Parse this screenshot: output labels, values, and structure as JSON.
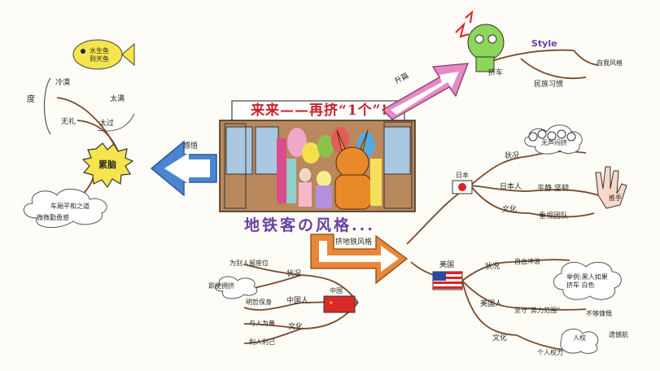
{
  "center": {
    "banner": "来来——再挤“1个”!",
    "subtitle": "地铁客の风格..."
  },
  "left_branch": {
    "arrow_label": "感悟",
    "node": "累脑",
    "fish_text": "水生鱼 到天鱼",
    "quote_mark": "度",
    "items": [
      "冷漠",
      "太满",
      "无礼",
      "太过"
    ],
    "bottom_cloud_1": "车厢平和之道",
    "bottom_cloud_2": "微微勤恿感"
  },
  "top_right_branch": {
    "arrow_label": "升篇",
    "item_push": "挤车",
    "style_word": "Style",
    "item_habit": "民族习惯",
    "corner_note": "自我风格"
  },
  "japan": {
    "flag_label": "日本",
    "item_status": "状况",
    "item_people": "日本人",
    "item_culture": "文化",
    "item_silent": "无声闷挤",
    "item_endure": "平静 坚韧",
    "item_group": "重视团队",
    "item_hand": "推手"
  },
  "usa": {
    "flag_label": "美国",
    "item_status": "状况",
    "item_people": "美国人",
    "item_culture": "文化",
    "item_free": "自由冲浪",
    "item_cloud": "举例:黑人如果挤车 白色",
    "item_power": "坚守“势力范围”",
    "item_refuse": "不够慷慨",
    "item_human": "人权",
    "item_individual": "个人权力",
    "item_tall": "遗憾航"
  },
  "china": {
    "arrow_label": "挤地铁风格",
    "flag_label": "中国",
    "item_status": "状况",
    "item_people": "中国人",
    "item_culture": "文化",
    "item_for_people": "为别人留座位",
    "item_rush": "即使拥挤",
    "item_polite": "明哲保身",
    "item_many": "与人为善",
    "item_self": "利人利己"
  },
  "colors": {
    "blue_arrow": "#4a86d0",
    "pink_arrow": "#e58ac4",
    "orange_arrow": "#e8873a",
    "branch": "#7a4a2a",
    "title_red": "#c8202a",
    "title_purple": "#6a3fa0"
  }
}
